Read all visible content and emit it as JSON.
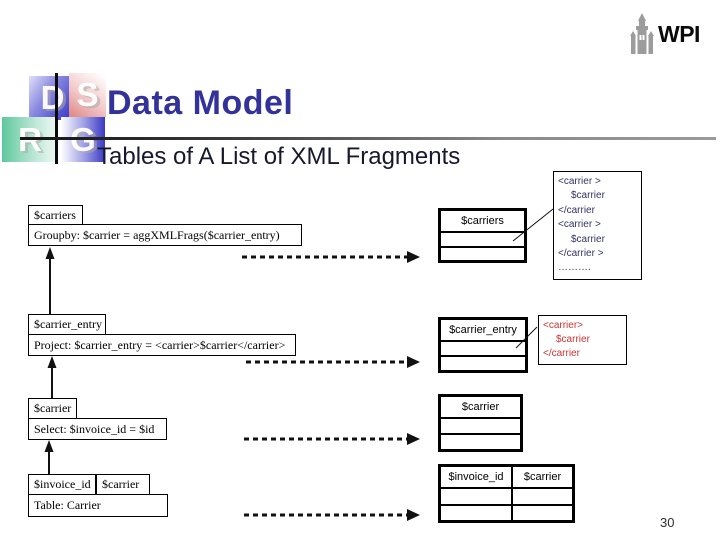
{
  "header": {
    "title": "Data Model",
    "subtitle": "Tables of A List of XML Fragments",
    "wpi_logo_text": "WPI",
    "dsrg_letters": [
      "D",
      "S",
      "R",
      "G"
    ]
  },
  "operators": [
    {
      "tabs": [
        "$carriers"
      ],
      "body": "Groupby: $carrier = aggXMLFrags($carrier_entry)"
    },
    {
      "tabs": [
        "$carrier_entry"
      ],
      "body": "Project: $carrier_entry = <carrier>$carrier</carrier>"
    },
    {
      "tabs": [
        "$carrier"
      ],
      "body": "Select: $invoice_id = $id"
    },
    {
      "tabs": [
        "$invoice_id",
        "$carrier"
      ],
      "body": "Table: Carrier"
    }
  ],
  "tables": [
    {
      "headers": [
        "$carriers"
      ],
      "empty_rows": 2
    },
    {
      "headers": [
        "$carrier_entry"
      ],
      "empty_rows": 2
    },
    {
      "headers": [
        "$carrier"
      ],
      "empty_rows": 2
    },
    {
      "headers": [
        "$invoice_id",
        "$carrier"
      ],
      "empty_rows": 2
    }
  ],
  "xml_fragments": [
    {
      "color": "#333366",
      "lines": [
        "<carrier >",
        "$carrier",
        "</carrier",
        "<carrier >",
        "$carrier",
        "</carrier >",
        "………."
      ]
    },
    {
      "color": "#cc3333",
      "lines": [
        "<carrier>",
        "$carrier",
        "</carrier"
      ]
    }
  ],
  "colors": {
    "title": "#32329a",
    "xml_navy": "#333366",
    "xml_red": "#cc3333",
    "diagram_line": "#111111"
  },
  "page_number": "30"
}
